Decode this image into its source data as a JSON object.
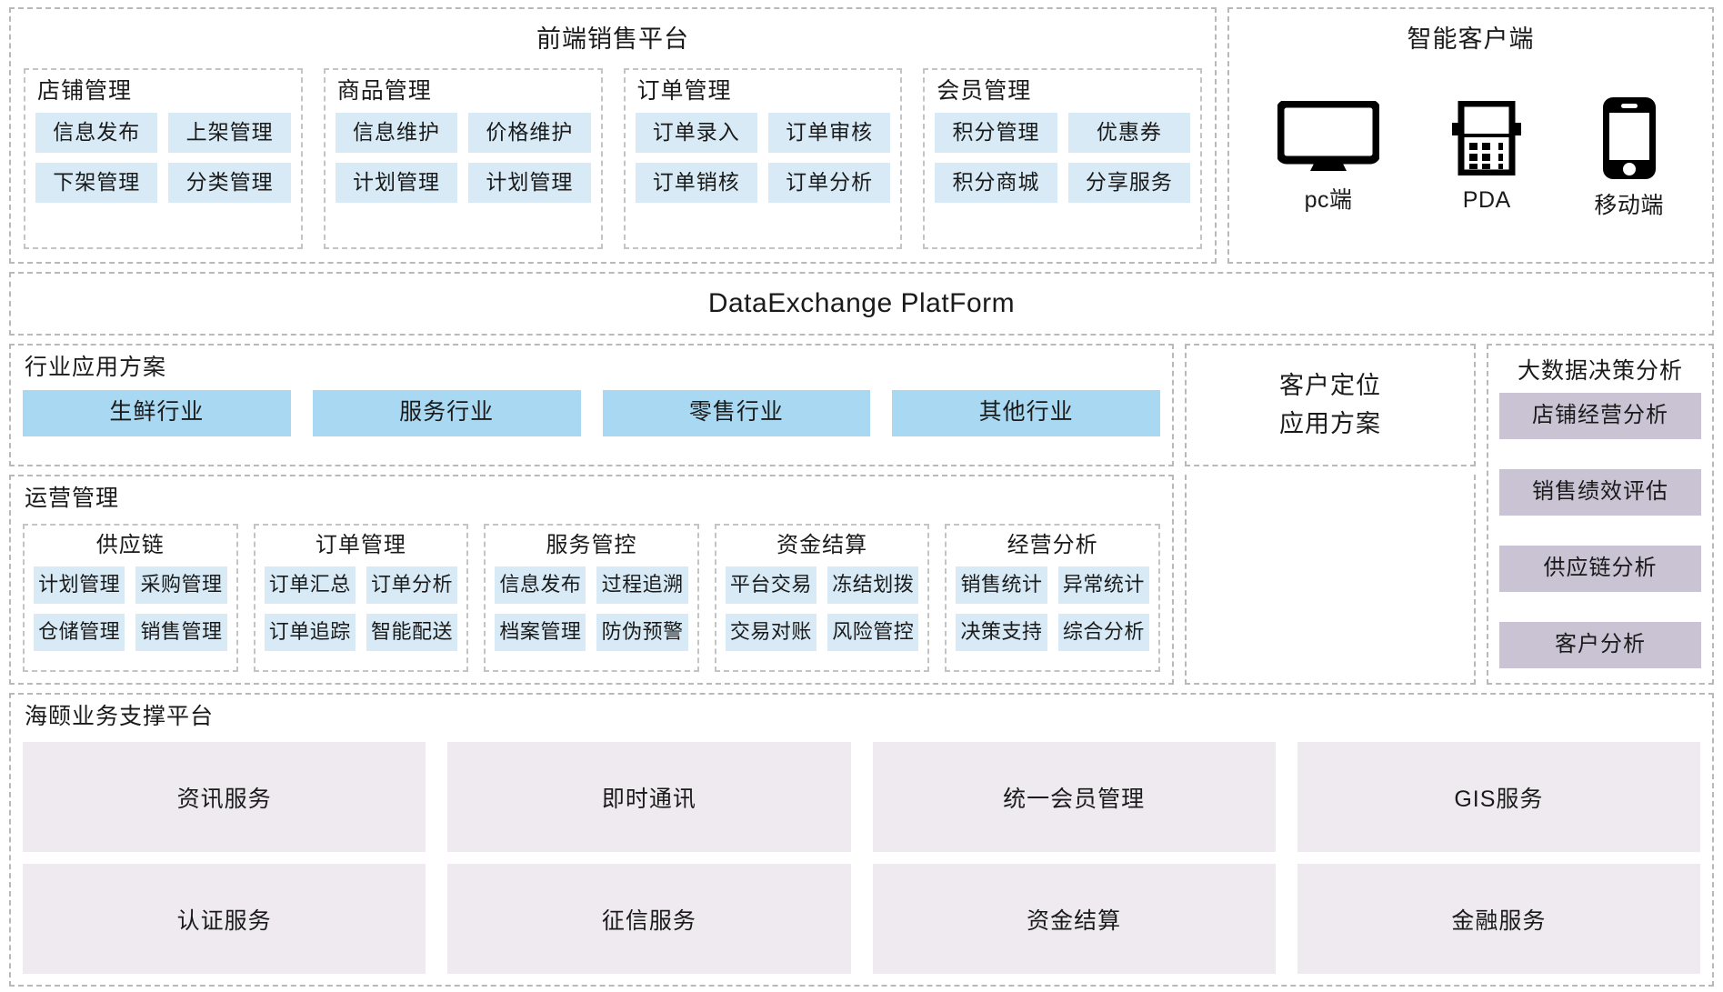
{
  "sales_platform": {
    "title": "前端销售平台",
    "groups": [
      {
        "title": "店铺管理",
        "items": [
          "信息发布",
          "上架管理",
          "下架管理",
          "分类管理"
        ]
      },
      {
        "title": "商品管理",
        "items": [
          "信息维护",
          "价格维护",
          "计划管理",
          "计划管理"
        ]
      },
      {
        "title": "订单管理",
        "items": [
          "订单录入",
          "订单审核",
          "订单销核",
          "订单分析"
        ]
      },
      {
        "title": "会员管理",
        "items": [
          "积分管理",
          "优惠券",
          "积分商城",
          "分享服务"
        ]
      }
    ]
  },
  "smart_client": {
    "title": "智能客户端",
    "devices": [
      {
        "icon": "desktop-monitor-icon",
        "label": "pc端"
      },
      {
        "icon": "pda-handheld-icon",
        "label": "PDA"
      },
      {
        "icon": "mobile-phone-icon",
        "label": "移动端"
      }
    ]
  },
  "data_exchange": {
    "title": "DataExchange PlatForm"
  },
  "industry": {
    "title": "行业应用方案",
    "items": [
      "生鲜行业",
      "服务行业",
      "零售行业",
      "其他行业"
    ]
  },
  "customer_positioning": {
    "line1": "客户定位",
    "line2": "应用方案"
  },
  "big_data": {
    "title": "大数据决策分析",
    "items": [
      "店铺经营分析",
      "销售绩效评估",
      "供应链分析",
      "客户分析"
    ]
  },
  "operations": {
    "title": "运营管理",
    "groups": [
      {
        "title": "供应链",
        "items": [
          "计划管理",
          "采购管理",
          "仓储管理",
          "销售管理"
        ]
      },
      {
        "title": "订单管理",
        "items": [
          "订单汇总",
          "订单分析",
          "订单追踪",
          "智能配送"
        ]
      },
      {
        "title": "服务管控",
        "items": [
          "信息发布",
          "过程追溯",
          "档案管理",
          "防伪预警"
        ]
      },
      {
        "title": "资金结算",
        "items": [
          "平台交易",
          "冻结划拨",
          "交易对账",
          "风险管控"
        ]
      },
      {
        "title": "经营分析",
        "items": [
          "销售统计",
          "异常统计",
          "决策支持",
          "综合分析"
        ]
      }
    ]
  },
  "support_platform": {
    "title": "海颐业务支撑平台",
    "items": [
      "资讯服务",
      "即时通讯",
      "统一会员管理",
      "GIS服务",
      "认证服务",
      "征信服务",
      "资金结算",
      "金融服务"
    ]
  },
  "colors": {
    "chip_blue": "#d7eaf5",
    "industry_blue": "#a9d9f2",
    "bigdata_purple": "#c9c3d4",
    "support_lilac": "#eeeaf0",
    "dash_border": "#b9b9b9"
  }
}
